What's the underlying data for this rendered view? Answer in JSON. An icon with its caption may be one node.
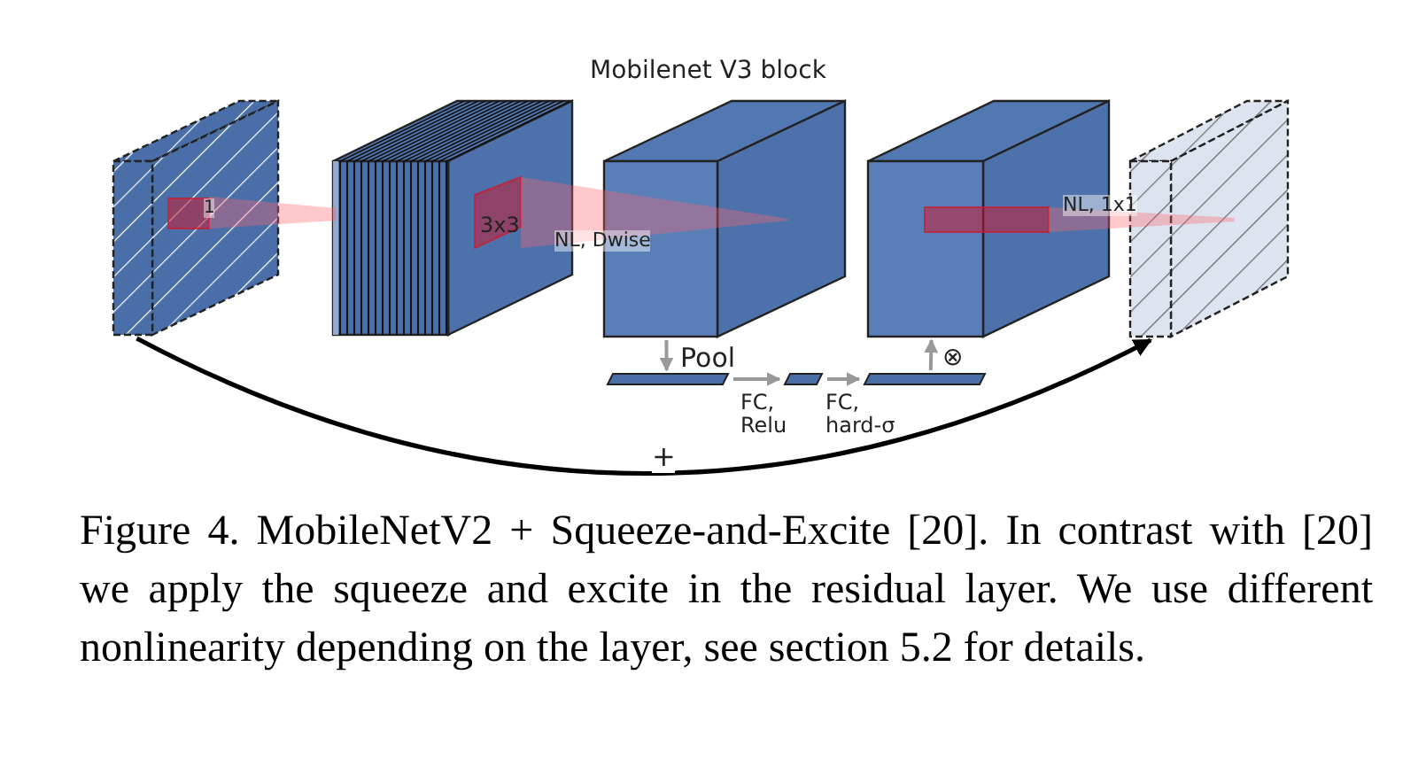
{
  "diagram": {
    "title": "Mobilenet V3 block",
    "caption": "Figure 4. MobileNetV2 + Squeeze-and-Excite [20]. In contrast with [20] we apply the squeeze and excite in the residual layer. We use different nonlinearity depending on the layer, see section 5.2 for details.",
    "nodes": [
      {
        "text": [],
        "shape": "box"
      },
      {
        "text": [],
        "shape": "box"
      },
      {
        "text": [],
        "shape": "box"
      },
      {
        "text": [],
        "shape": "box"
      },
      {
        "text": [],
        "shape": "box"
      },
      {
        "text": [],
        "shape": "bar"
      },
      {
        "text": [],
        "shape": "bar"
      },
      {
        "text": [],
        "shape": "bar"
      }
    ],
    "edges": [
      {
        "from": 0,
        "to": 4,
        "arrow": "to",
        "label": "+",
        "color": "#000000"
      },
      {
        "from": 0,
        "to": 1,
        "arrow": "none",
        "label": "1",
        "color": "#ff8080"
      },
      {
        "from": 1,
        "to": 2,
        "arrow": "none",
        "label": "NL, Dwise",
        "color": "#ff8080"
      },
      {
        "from": 3,
        "to": 4,
        "arrow": "none",
        "label": "NL, 1x1",
        "color": "#ff8080"
      },
      {
        "from": 2,
        "to": 5,
        "arrow": "to",
        "label": "Pool",
        "color": "#999999"
      },
      {
        "from": 5,
        "to": 6,
        "arrow": "to",
        "label": "FC, Relu",
        "color": "#999999"
      },
      {
        "from": 6,
        "to": 7,
        "arrow": "to",
        "label": "FC, hard-σ",
        "color": "#999999"
      },
      {
        "from": 7,
        "to": 3,
        "arrow": "to",
        "label": "⊗",
        "color": "#999999"
      }
    ],
    "labels": [
      "3x3"
    ]
  }
}
